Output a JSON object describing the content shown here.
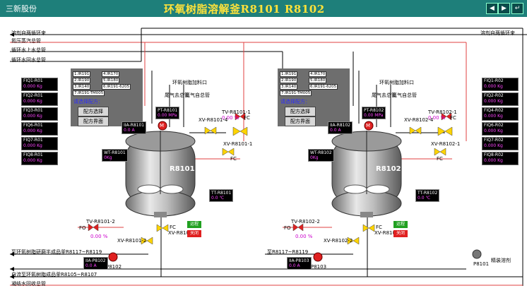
{
  "header": {
    "company": "三新股份",
    "title": "环氧树脂溶解釜R8101 R8102"
  },
  "nav": {
    "prev": "◀",
    "next": "▶",
    "back": "↵"
  },
  "left_lines": [
    "溶剂自两循环来",
    "氮压蒸汽总管",
    "循环水上水总管",
    "循环水回水总管"
  ],
  "right_solvent": "溶剂自两循环来",
  "right_receive": "精装溶剂",
  "bottom_lines": [
    "自流至环氧树脂成品釜R8105~R8107",
    "凝结水回收总管"
  ],
  "left_feeds": [
    {
      "tag": "FIQ1-R01",
      "value": "0.000 Kg"
    },
    {
      "tag": "FIQ2-R01",
      "value": "0.000 Kg"
    },
    {
      "tag": "FIQ3-R01",
      "value": "0.000 Kg"
    },
    {
      "tag": "FIQ6-R01",
      "value": "0.000 Kg"
    },
    {
      "tag": "FIQ7-R01",
      "value": "0.000 Kg"
    },
    {
      "tag": "FIQ8-R01",
      "value": "0.000 Kg"
    }
  ],
  "right_feeds": [
    {
      "tag": "FIQ1-R02",
      "value": "0.000 Kg"
    },
    {
      "tag": "FIQ2-R02",
      "value": "0.000 Kg"
    },
    {
      "tag": "FIQ4-R02",
      "value": "0.000 Kg"
    },
    {
      "tag": "FIQ6-R02",
      "value": "0.000 Kg"
    },
    {
      "tag": "FIQ7-R02",
      "value": "0.000 Kg"
    },
    {
      "tag": "FIQ8-R02",
      "value": "0.000 Kg"
    }
  ],
  "r1": {
    "name": "R8101",
    "codes": [
      "1.IR191",
      "4.IR170",
      "2.IR190",
      "5.IR180",
      "3.IR140",
      "6.IR191-6205",
      "7.IR191-TM005"
    ],
    "hint": "请选择配方：",
    "btn_select": "配方选择",
    "btn_view": "配方界面",
    "feed_in": "环氧树脂加料口",
    "vent": "尾气去总管",
    "n2": "氮气自总管",
    "iia": "IIA-R8101",
    "iia_val": "0.0 A",
    "pt": "PT-R8101",
    "pt_val": "0.00 MPa",
    "wt": "WT-R8101",
    "wt_val": "0Kg",
    "tt": "TT-R8101",
    "tt_val": "0.0 ℃",
    "tv1": "TV-R8101-1",
    "tv1_pct": "0.00 %",
    "xv1": "XV-R8101-4",
    "xv2": "XV-R8101-1",
    "tv2": "TV-R8101-2",
    "tv2_pct": "0.00 %",
    "xv3": "XV-R8101-2",
    "xv4": "XV-R8101-9",
    "pump": "P8102",
    "iia_pump": "IIA-P8102",
    "iia_pump_val": "0.0 A",
    "out": "至环氧树脂研磨半成品釜R8117~R8119",
    "run": "运程",
    "stop": "关闭"
  },
  "r2": {
    "name": "R8102",
    "codes": [
      "1.IR191",
      "4.IR170",
      "2.IR190",
      "5.IR180",
      "3.IR140",
      "6.IR191-6205",
      "7.IR191-TM005"
    ],
    "hint": "请选择配方：",
    "btn_select": "配方选择",
    "btn_view": "配方界面",
    "feed_in": "环氧树脂加料口",
    "vent": "尾气去总管",
    "n2": "氮气自总管",
    "iia": "IIA-R8102",
    "iia_val": "0.0 A",
    "pt": "PT-R8102",
    "pt_val": "0.00 MPa",
    "wt": "WT-R8102",
    "wt_val": "0Kg",
    "tt": "TT-R8102",
    "tt_val": "0.0 ℃",
    "tv1": "TV-R8102-1",
    "tv1_pct": "0.00 %",
    "xv1": "XV-R8102-4",
    "xv2": "XV-R8102-1",
    "tv2": "TV-R8102-2",
    "tv2_pct": "0.00 %",
    "xv3": "XV-R8102-2",
    "xv4": "XV-R8102-9",
    "pump": "P8103",
    "iia_pump": "IIA-P8103",
    "iia_pump_val": "0.0 A",
    "out": "至R8117~R8119",
    "run": "运程",
    "stop": "关闭"
  },
  "p8101": "P8101",
  "controls": {
    "fc": "FC",
    "fo": "FO",
    "m": "M"
  }
}
